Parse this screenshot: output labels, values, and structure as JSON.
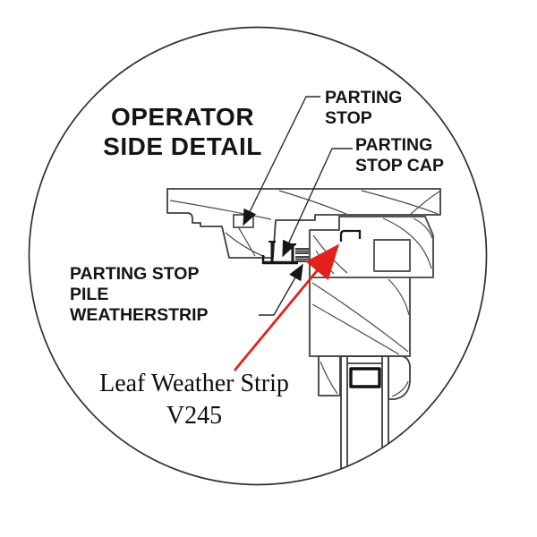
{
  "diagram": {
    "title": {
      "line1": "OPERATOR",
      "line2": "SIDE DETAIL"
    },
    "labels": {
      "parting_stop": {
        "line1": "PARTING",
        "line2": "STOP"
      },
      "parting_stop_cap": {
        "line1": "PARTING",
        "line2": "STOP CAP"
      },
      "parting_stop_pile_weatherstrip": {
        "line1": "PARTING STOP",
        "line2": "PILE",
        "line3": "WEATHERSTRIP"
      },
      "leaf_weather_strip": {
        "line1": "Leaf Weather Strip",
        "line2": "V245"
      }
    },
    "colors": {
      "line_color": "#3d3d3d",
      "metal_profile_color": "#161616",
      "red_arrow_color": "#e2211c",
      "text_color": "#141414",
      "background": "#ffffff"
    }
  }
}
